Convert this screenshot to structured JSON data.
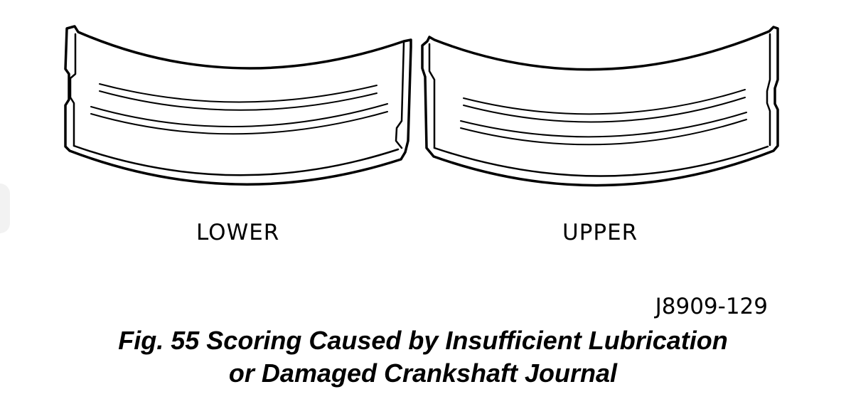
{
  "labels": {
    "lower": "LOWER",
    "upper": "UPPER"
  },
  "figure_id": "J8909-129",
  "caption": {
    "line1": "Fig. 55 Scoring Caused by Insufficient Lubrication",
    "line2": "or Damaged Crankshaft Journal"
  }
}
